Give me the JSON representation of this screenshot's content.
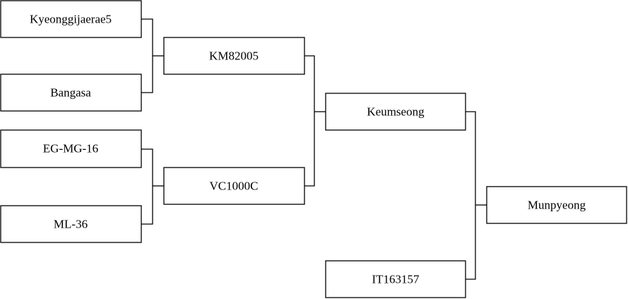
{
  "nodes": {
    "kyeonggijaerae5": "Kyeonggijaerae5",
    "bangasa": "Bangasa",
    "eg_mg_16": "EG-MG-16",
    "ml_36": "ML-36",
    "km82005": "KM82005",
    "vc1000c": "VC1000C",
    "keumseong": "Keumseong",
    "it163157": "IT163157",
    "munpyeong": "Munpyeong"
  },
  "crosses": [
    {
      "parents": [
        "kyeonggijaerae5",
        "bangasa"
      ],
      "offspring": "km82005"
    },
    {
      "parents": [
        "eg_mg_16",
        "ml_36"
      ],
      "offspring": "vc1000c"
    },
    {
      "parents": [
        "km82005",
        "vc1000c"
      ],
      "offspring": "keumseong"
    },
    {
      "parents": [
        "keumseong",
        "it163157"
      ],
      "offspring": "munpyeong"
    }
  ],
  "colors": {
    "line": "#000000",
    "box_fill": "#ffffff",
    "background": "#ffffff"
  }
}
